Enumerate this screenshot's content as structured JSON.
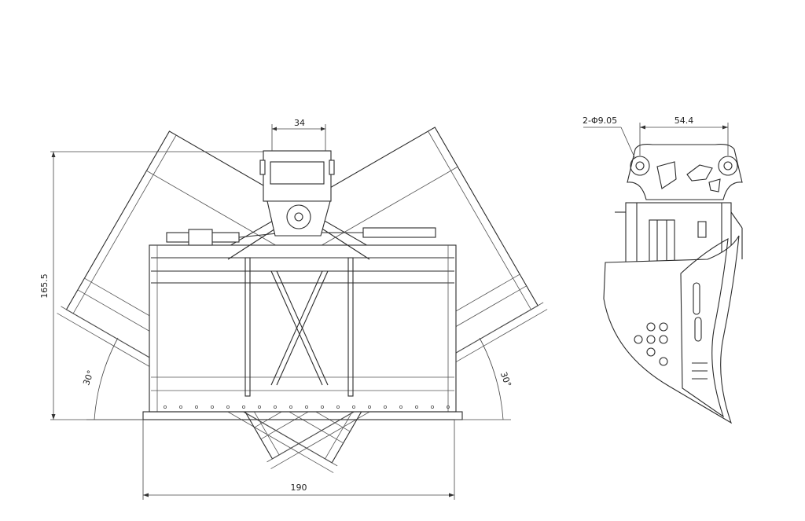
{
  "drawing": {
    "front_view": {
      "dim_pin_spacing": "34",
      "dim_height": "165.5",
      "dim_width": "190",
      "angle_left": "30°",
      "angle_right": "30°"
    },
    "side_view": {
      "dim_holes": "2-Φ9.05",
      "dim_pin_center": "54.4"
    }
  }
}
